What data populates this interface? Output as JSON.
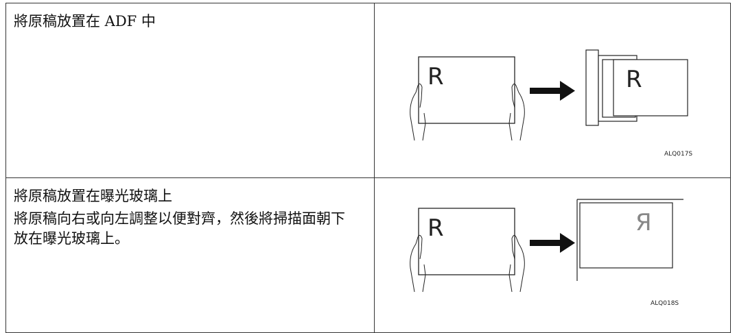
{
  "rows": [
    {
      "title": "將原稿放置在 ADF 中",
      "body": "",
      "figure": {
        "letter_left": "R",
        "letter_right": "R",
        "code": "ALQ017S",
        "icons": [
          "hands-holding-original-icon",
          "right-arrow-icon",
          "adf-tray-icon"
        ]
      }
    },
    {
      "title": "將原稿放置在曝光玻璃上",
      "body": "將原稿向右或向左調整以便對齊，然後將掃描面朝下放在曝光玻璃上。",
      "figure": {
        "letter_left": "R",
        "letter_right": "Я",
        "code": "ALQ018S",
        "icons": [
          "hands-holding-original-icon",
          "right-arrow-icon",
          "exposure-glass-icon"
        ]
      }
    }
  ]
}
